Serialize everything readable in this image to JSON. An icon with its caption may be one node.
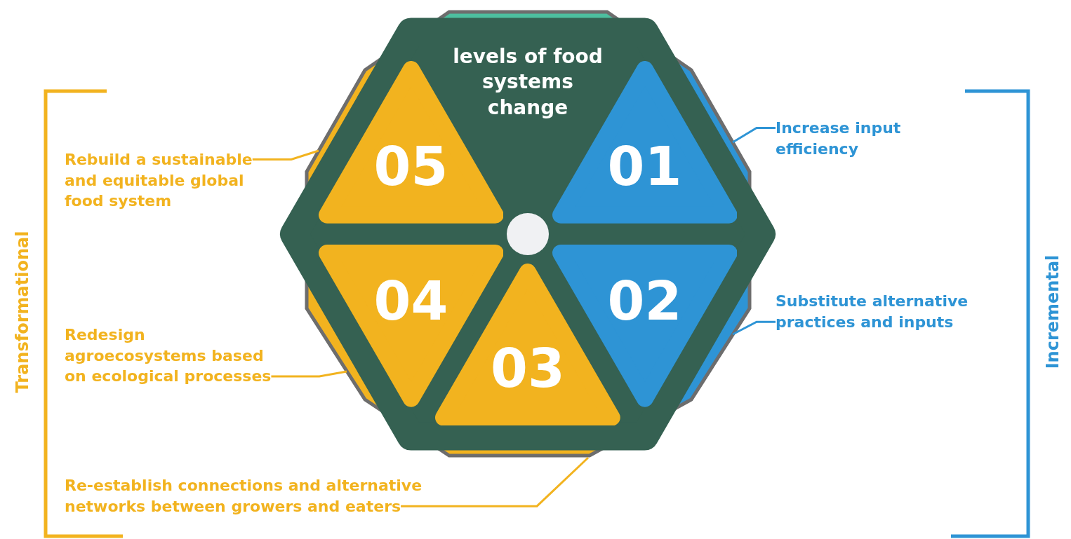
{
  "diagram": {
    "nodes": [
      {
        "text": [
          "levels of food systems change"
        ]
      },
      {
        "text": [
          "01"
        ],
        "in": 0
      },
      {
        "text": [
          "02"
        ],
        "in": 0
      },
      {
        "text": [
          "03"
        ],
        "in": 0
      },
      {
        "text": [
          "04"
        ],
        "in": 0
      },
      {
        "text": [
          "05"
        ],
        "in": 0
      },
      {
        "text": [
          "Increase input efficiency"
        ]
      },
      {
        "text": [
          "Substitute alternative practices and inputs"
        ]
      },
      {
        "text": [
          "Re-establish connections and alternative networks between growers and eaters"
        ]
      },
      {
        "text": [
          "Redesign agroecosystems based on ecological processes"
        ]
      },
      {
        "text": [
          "Rebuild a sustainable and equitable global food system"
        ]
      }
    ],
    "edges": [
      {
        "from": 6,
        "to": null,
        "arrow": "none",
        "color": "#2e94d5"
      },
      {
        "from": 7,
        "to": null,
        "arrow": "none",
        "color": "#2e94d5"
      },
      {
        "from": 8,
        "to": null,
        "arrow": "none"
      },
      {
        "from": 9,
        "to": null,
        "arrow": "none"
      },
      {
        "from": 10,
        "to": null,
        "arrow": "none"
      }
    ],
    "labels": [
      "Transformational",
      "Incremental"
    ]
  }
}
